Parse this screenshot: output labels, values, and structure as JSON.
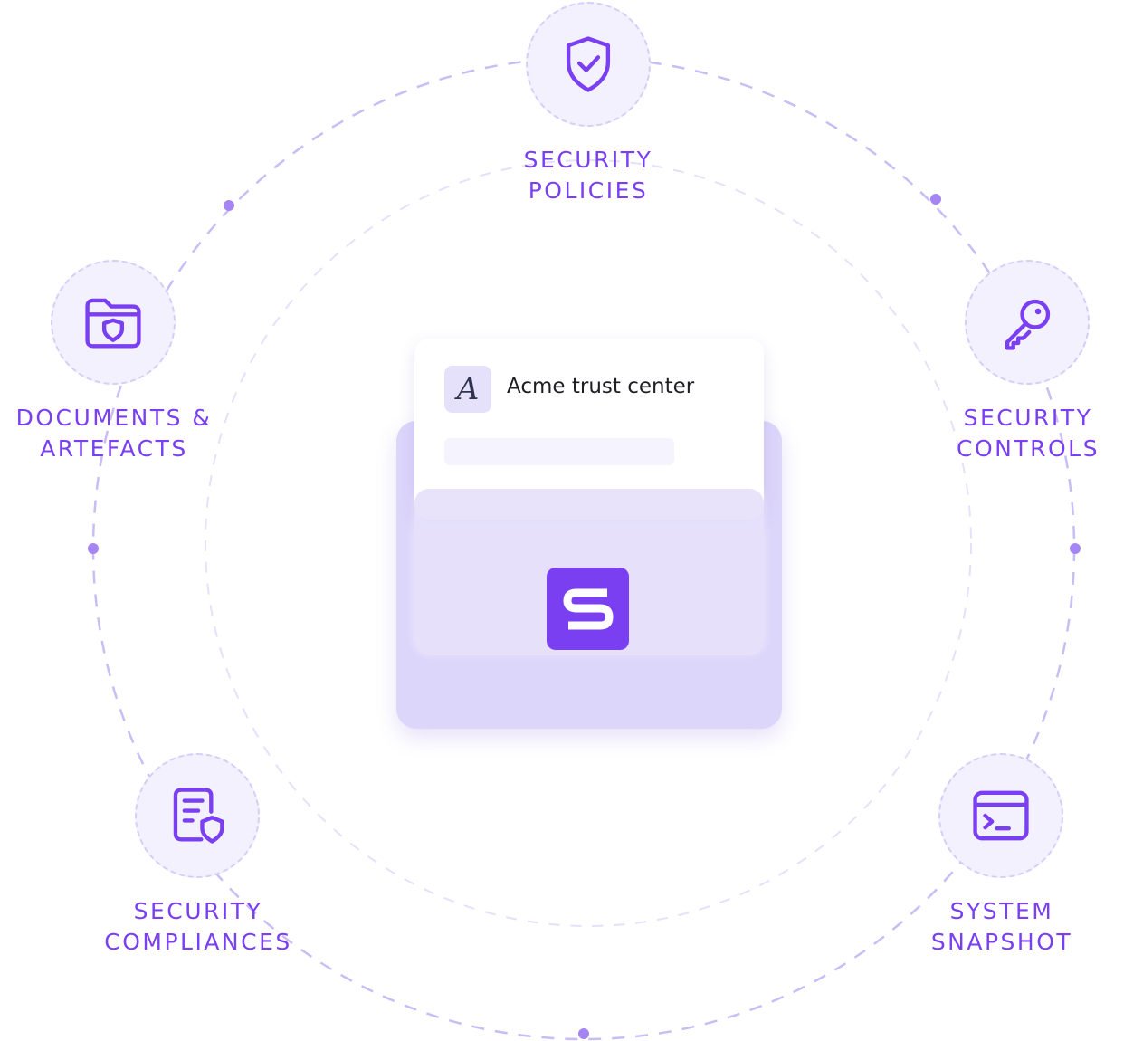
{
  "nodes": [
    {
      "id": "security-policies",
      "icon": "shield-check-icon",
      "lines": [
        "SECURITY",
        "POLICIES"
      ]
    },
    {
      "id": "security-controls",
      "icon": "key-icon",
      "lines": [
        "SECURITY",
        "CONTROLS"
      ]
    },
    {
      "id": "system-snapshot",
      "icon": "terminal-window-icon",
      "lines": [
        "SYSTEM",
        "SNAPSHOT"
      ]
    },
    {
      "id": "security-compliances",
      "icon": "document-shield-icon",
      "lines": [
        "SECURITY",
        "COMPLIANCES"
      ]
    },
    {
      "id": "documents-artefacts",
      "icon": "folder-shield-icon",
      "lines": [
        "DOCUMENTS &",
        "ARTEFACTS"
      ]
    }
  ],
  "card": {
    "logo_letter": "A",
    "title": "Acme trust center"
  },
  "center_logo_icon": "brand-s-logo-icon",
  "colors": {
    "accent": "#7a3ff2",
    "circle_fill": "#f4f1fe",
    "dash": "#c9bdf6",
    "folder": "#ddd6fb"
  }
}
